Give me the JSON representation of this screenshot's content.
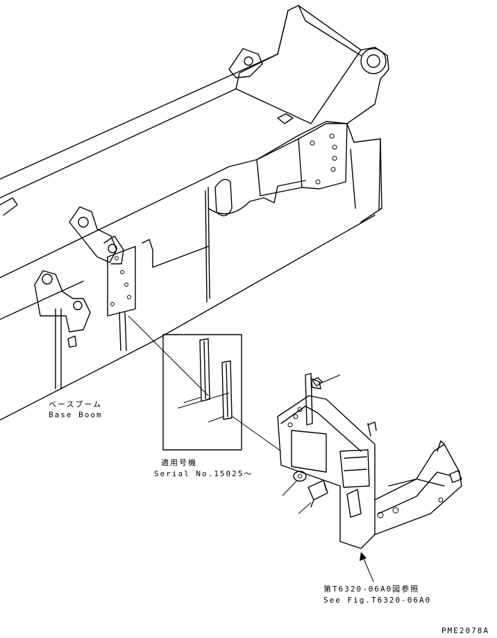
{
  "labels": {
    "base_boom_jp": "ベースブーム",
    "base_boom_en": "Base Boom",
    "serial_jp": "適用号機",
    "serial_en": "Serial No.15025～",
    "fig_ref_jp": "第T6320-06A0図参照",
    "fig_ref_en": "See Fig.T6320-06A0",
    "drawing_code": "PME2078A"
  }
}
